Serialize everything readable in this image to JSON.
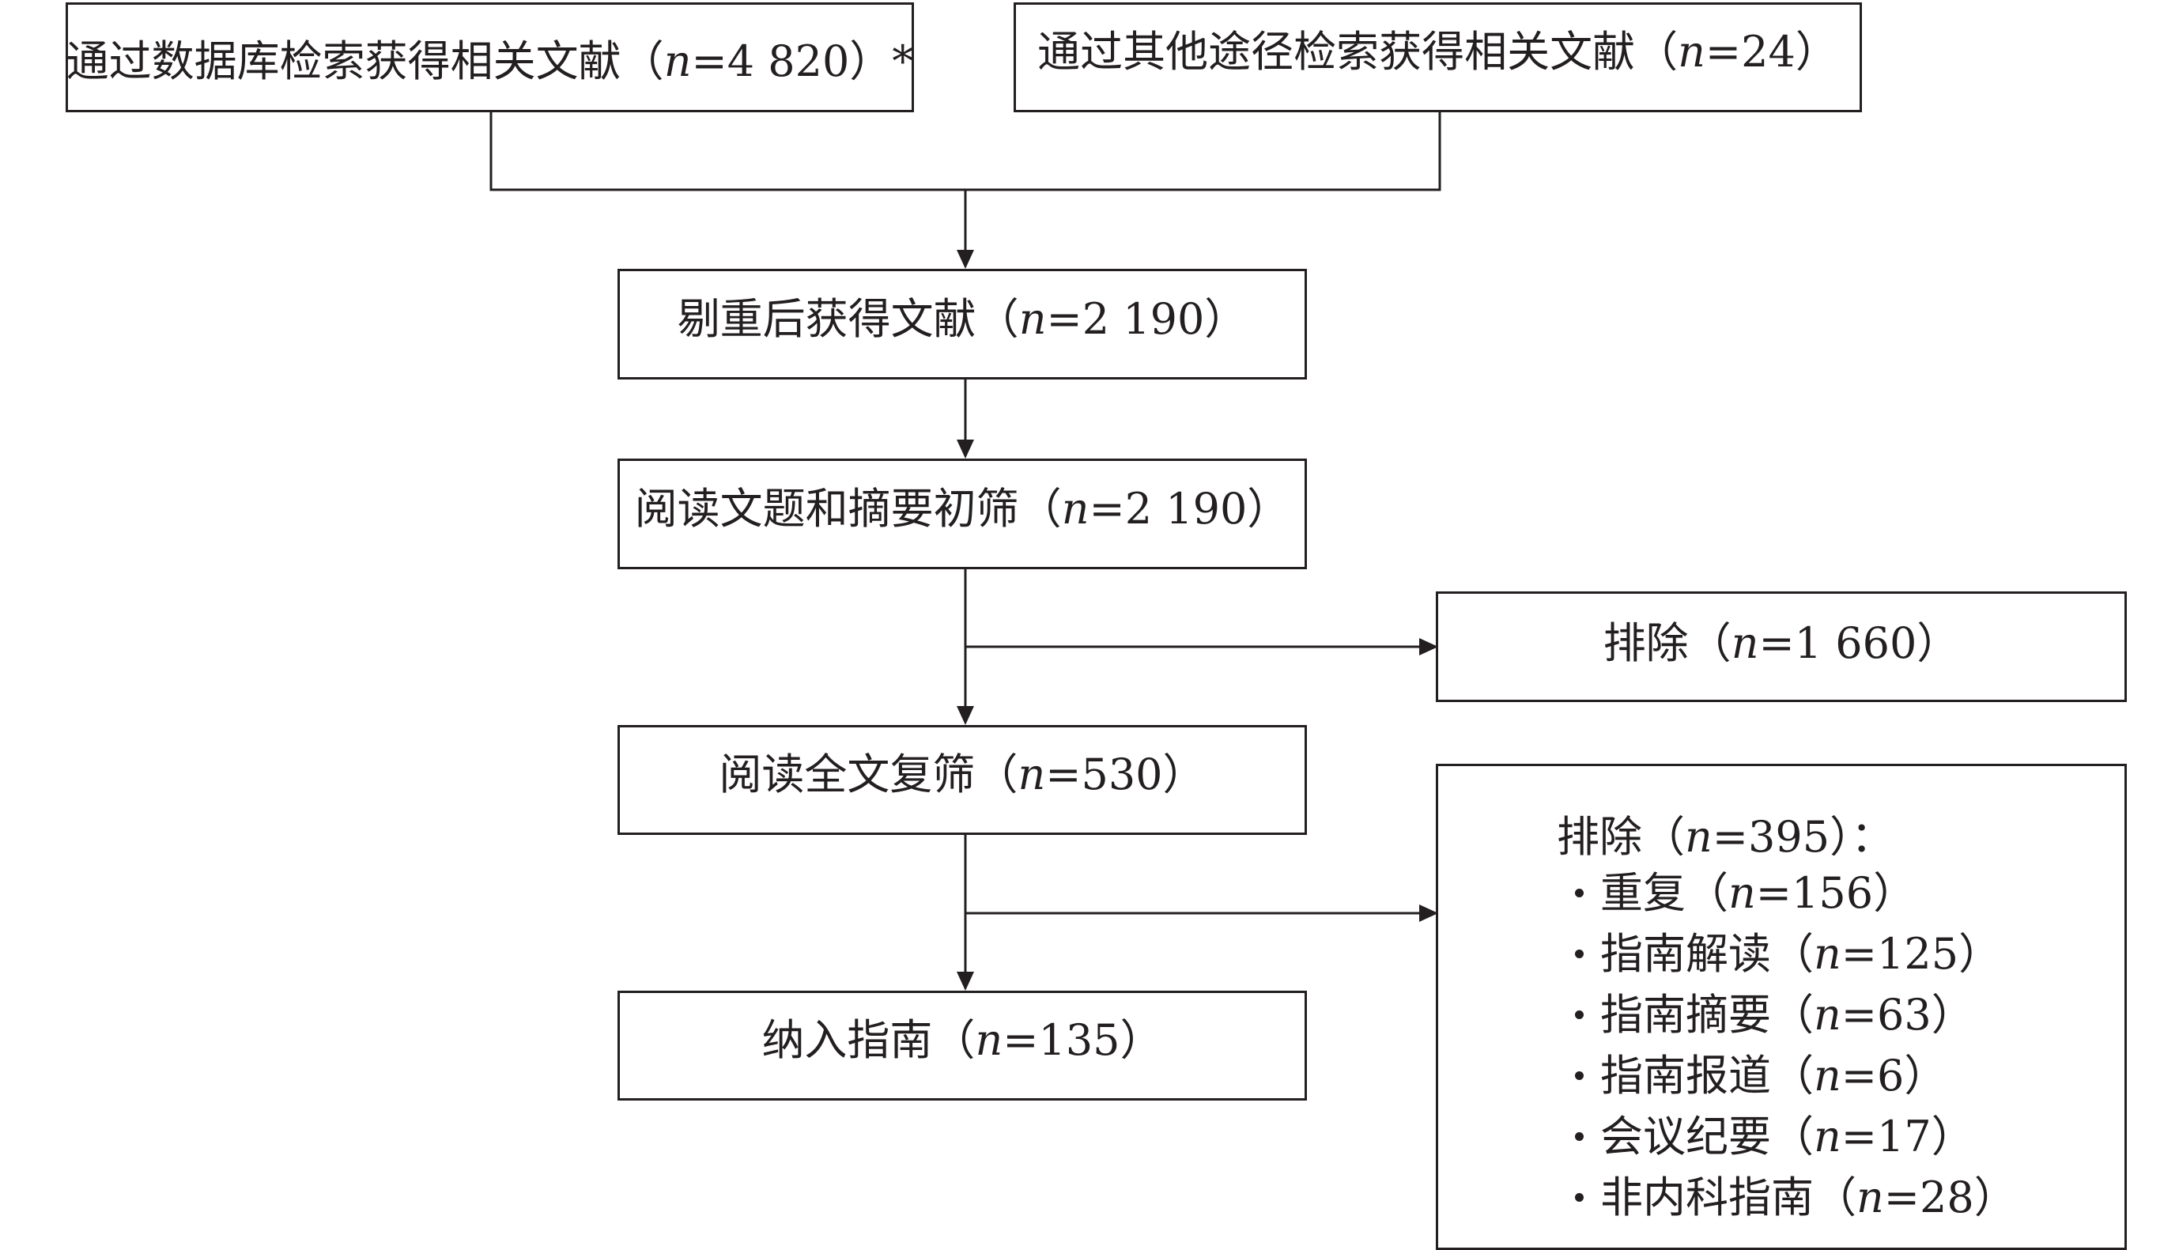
{
  "boxes": {
    "database": {
      "pre": "通过数据库检索获得相关文献（",
      "n": "n",
      "post": "=4 820）*"
    },
    "other": {
      "pre": "通过其他途径检索获得相关文献（",
      "n": "n",
      "post": "=24）"
    },
    "dedup": {
      "pre": "剔重后获得文献（",
      "n": "n",
      "post": "=2 190）"
    },
    "title_screen": {
      "pre": "阅读文题和摘要初筛（",
      "n": "n",
      "post": "=2 190）"
    },
    "exclude1": {
      "pre": "排除（",
      "n": "n",
      "post": "=1 660）"
    },
    "fulltext": {
      "pre": "阅读全文复筛（",
      "n": "n",
      "post": "=530）"
    },
    "included": {
      "pre": "纳入指南（",
      "n": "n",
      "post": "=135）"
    }
  },
  "exclude2": {
    "head": {
      "pre": "排除（",
      "n": "n",
      "post": "=395）："
    },
    "items": [
      {
        "pre": "重复（",
        "n": "n",
        "post": "=156）"
      },
      {
        "pre": "指南解读（",
        "n": "n",
        "post": "=125）"
      },
      {
        "pre": "指南摘要（",
        "n": "n",
        "post": "=63）"
      },
      {
        "pre": "指南报道（",
        "n": "n",
        "post": "=6）"
      },
      {
        "pre": "会议纪要（",
        "n": "n",
        "post": "=17）"
      },
      {
        "pre": "非内科指南（",
        "n": "n",
        "post": "=28）"
      }
    ]
  }
}
